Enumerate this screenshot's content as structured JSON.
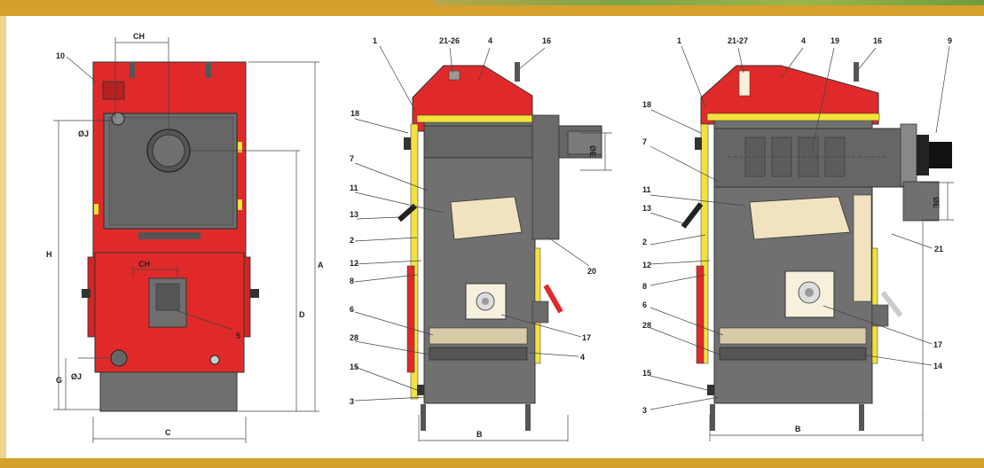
{
  "colors": {
    "accent": "#d4a12a",
    "red": "#e02a2a",
    "grey": "#6f6f6f",
    "yellow": "#f2e23a",
    "cream": "#f1e3bf"
  },
  "front_view": {
    "labels": {
      "10": "10",
      "ch_top": "CH",
      "oj_top": "ØJ",
      "h": "H",
      "ch_mid": "CH",
      "a": "A",
      "d": "D",
      "g": "G",
      "oj_bottom": "ØJ",
      "c": "C",
      "5": "5"
    }
  },
  "section_left": {
    "labels": {
      "1": "1",
      "21_26": "21-26",
      "4_top": "4",
      "16": "16",
      "18": "18",
      "oe": "ØE",
      "7": "7",
      "11": "11",
      "13": "13",
      "2": "2",
      "12": "12",
      "8": "8",
      "20": "20",
      "6": "6",
      "17": "17",
      "28": "28",
      "4_bottom": "4",
      "15": "15",
      "3": "3",
      "b": "B"
    }
  },
  "section_right": {
    "labels": {
      "1": "1",
      "21_27": "21-27",
      "4": "4",
      "19": "19",
      "16": "16",
      "9": "9",
      "18": "18",
      "7": "7",
      "oe": "ØE",
      "11": "11",
      "13": "13",
      "2": "2",
      "21": "21",
      "12": "12",
      "8": "8",
      "6": "6",
      "17": "17",
      "28": "28",
      "14": "14",
      "15": "15",
      "3": "3",
      "b": "B"
    }
  }
}
